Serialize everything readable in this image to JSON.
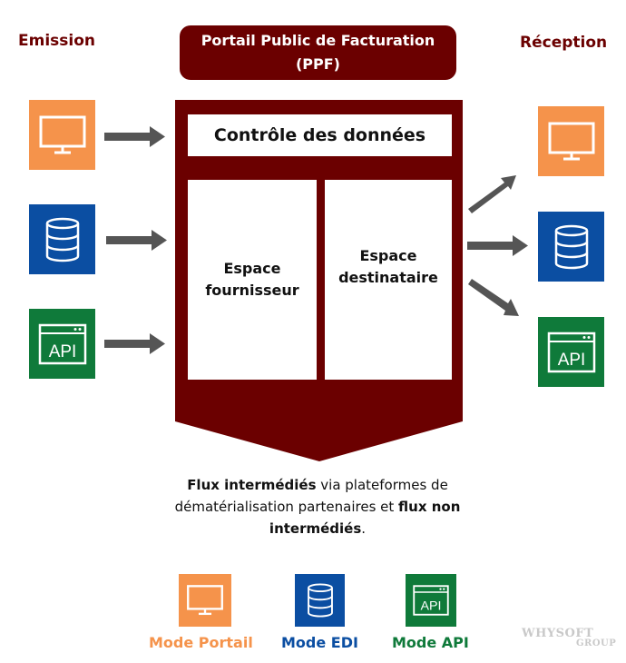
{
  "headings": {
    "emission": "Emission",
    "reception": "Réception"
  },
  "ppf": {
    "title_line1": "Portail Public de Facturation",
    "title_line2": "(PPF)",
    "controle": "Contrôle des données",
    "espace_fournisseur_line1": "Espace",
    "espace_fournisseur_line2": "fournisseur",
    "espace_destinataire_line1": "Espace",
    "espace_destinataire_line2": "destinataire"
  },
  "caption": {
    "part1": "Flux intermédiés",
    "part2": " via plateformes de dématérialisation partenaires et ",
    "part3": "flux non intermédiés",
    "part4": "."
  },
  "legend": {
    "portail": "Mode Portail",
    "edi": "Mode EDI",
    "api": "Mode API"
  },
  "api_icon_text": "API",
  "brand": {
    "name": "WHYSOFT",
    "sub": "GROUP"
  },
  "colors": {
    "ppf": "#6b0000",
    "portail": "#f5934b",
    "edi": "#0b4ea2",
    "api": "#0f7a3a",
    "arrow": "#555555"
  },
  "icons": {
    "portail": "monitor-icon",
    "edi": "database-icon",
    "api": "api-window-icon"
  }
}
